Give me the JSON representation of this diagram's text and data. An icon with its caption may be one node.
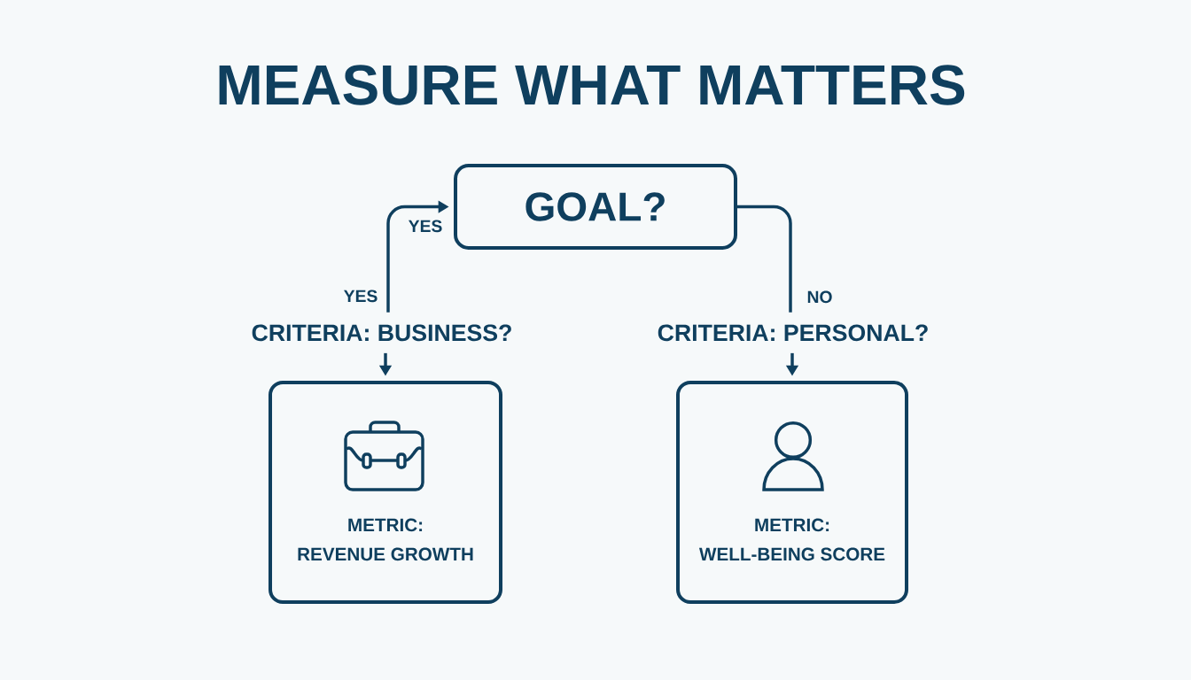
{
  "diagram": {
    "title": "MEASURE WHAT MATTERS",
    "nodes": [
      {
        "text": [
          "GOAL?"
        ]
      },
      {
        "text": [
          "CRITERIA: BUSINESS?"
        ]
      },
      {
        "text": [
          "CRITERIA: PERSONAL?"
        ]
      },
      {
        "text": [
          "METRIC:",
          "REVENUE GROWTH"
        ]
      },
      {
        "text": [
          "METRIC:",
          "WELL-BEING SCORE"
        ]
      }
    ],
    "edges": [
      {
        "from": 1,
        "to": 0,
        "arrow": "to",
        "label": "YES"
      },
      {
        "from": 0,
        "to": 2,
        "arrow": "none",
        "label": "NO"
      },
      {
        "from": 1,
        "to": 3,
        "arrow": "to"
      },
      {
        "from": 2,
        "to": 4,
        "arrow": "to"
      }
    ],
    "labels": [
      "YES"
    ]
  }
}
